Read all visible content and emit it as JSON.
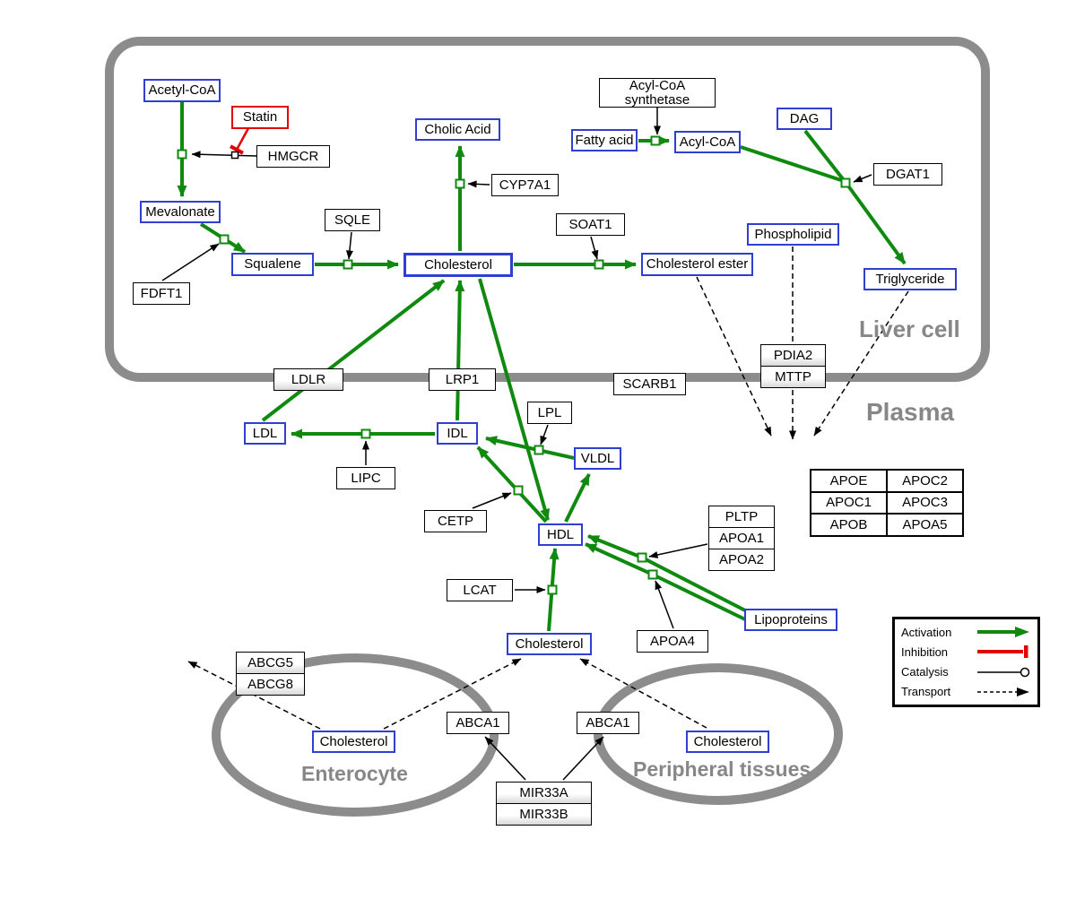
{
  "regions": {
    "liver_cell": {
      "label": "Liver cell"
    },
    "plasma": {
      "label": "Plasma"
    },
    "enterocyte": {
      "label": "Enterocyte"
    },
    "peripheral_tissues": {
      "label": "Peripheral tissues"
    }
  },
  "nodes": {
    "acetyl_coa": "Acetyl-CoA",
    "statin": "Statin",
    "hmgcr": "HMGCR",
    "mevalonate": "Mevalonate",
    "fdft1": "FDFT1",
    "squalene": "Squalene",
    "sqle": "SQLE",
    "cholic_acid": "Cholic Acid",
    "cyp7a1": "CYP7A1",
    "cholesterol_liver": "Cholesterol",
    "soat1": "SOAT1",
    "cholesterol_ester": "Cholesterol ester",
    "acyl_coa_synthetase": "Acyl-CoA synthetase",
    "fatty_acid": "Fatty acid",
    "acyl_coa_2": "Acyl-CoA",
    "dag": "DAG",
    "dgat1": "DGAT1",
    "phospholipid": "Phospholipid",
    "triglyceride": "Triglyceride",
    "ldlr": "LDLR",
    "lrp1": "LRP1",
    "scarb1": "SCARB1",
    "pdia2": "PDIA2",
    "mttp": "MTTP",
    "ldl": "LDL",
    "idl": "IDL",
    "lipc": "LIPC",
    "lpl": "LPL",
    "vldl": "VLDL",
    "cetp": "CETP",
    "hdl": "HDL",
    "pltp": "PLTP",
    "apoa1": "APOA1",
    "apoa2": "APOA2",
    "lcat": "LCAT",
    "apoa4": "APOA4",
    "lipoproteins": "Lipoproteins",
    "cholesterol_plasma": "Cholesterol",
    "abcg5": "ABCG5",
    "abcg8": "ABCG8",
    "cholesterol_enterocyte": "Cholesterol",
    "abca1_enterocyte": "ABCA1",
    "abca1_peripheral": "ABCA1",
    "cholesterol_peripheral": "Cholesterol",
    "mir33a": "MIR33A",
    "mir33b": "MIR33B"
  },
  "apo_table": {
    "rows": [
      [
        "APOE",
        "APOC2"
      ],
      [
        "APOC1",
        "APOC3"
      ],
      [
        "APOB",
        "APOA5"
      ]
    ]
  },
  "legend": {
    "items": [
      {
        "label": "Activation"
      },
      {
        "label": "Inhibition"
      },
      {
        "label": "Catalysis"
      },
      {
        "label": "Transport"
      }
    ]
  },
  "colors": {
    "metabolite_border": "#2e3fd1",
    "gene_border": "#000000",
    "drug_border": "#e20000",
    "activation_green": "#0f8a0f",
    "inhibition_red": "#e20000",
    "membrane_gray": "#8c8c8c"
  }
}
